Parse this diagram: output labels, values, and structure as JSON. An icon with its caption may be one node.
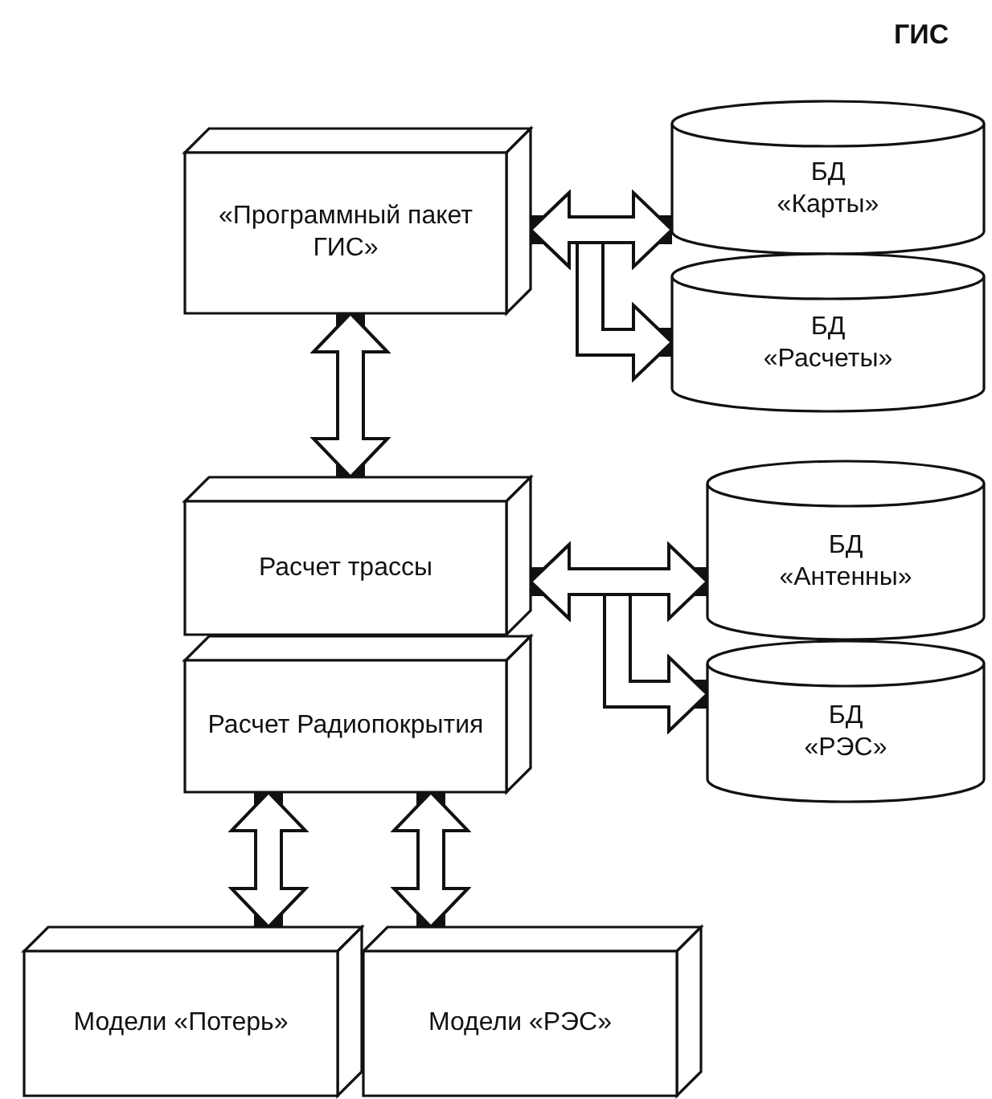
{
  "diagram": {
    "nodes": [
      {
        "text": [
          "«Программный пакет ГИС»"
        ]
      },
      {
        "text": [
          "БД",
          "«Карты»"
        ]
      },
      {
        "text": [
          "БД",
          "«Расчеты»"
        ]
      },
      {
        "text": [
          "Расчет трассы"
        ]
      },
      {
        "text": [
          "Расчет Радиопокрытия"
        ]
      },
      {
        "text": [
          "БД",
          "«Антенны»"
        ]
      },
      {
        "text": [
          "БД",
          "«РЭС»"
        ]
      },
      {
        "text": [
          "Модели «Потерь»"
        ]
      },
      {
        "text": [
          "Модели «РЭС»"
        ]
      }
    ],
    "edges": [
      {
        "from": 0,
        "to": 1,
        "arrow": "both"
      },
      {
        "from": 0,
        "to": 2,
        "arrow": "both"
      },
      {
        "from": 0,
        "to": 3,
        "arrow": "both"
      },
      {
        "from": 3,
        "to": 5,
        "arrow": "both"
      },
      {
        "from": 3,
        "to": 6,
        "arrow": "both"
      },
      {
        "from": 4,
        "to": 7,
        "arrow": "both"
      },
      {
        "from": 4,
        "to": 8,
        "arrow": "both"
      }
    ],
    "labels": [
      "ГИС"
    ]
  }
}
